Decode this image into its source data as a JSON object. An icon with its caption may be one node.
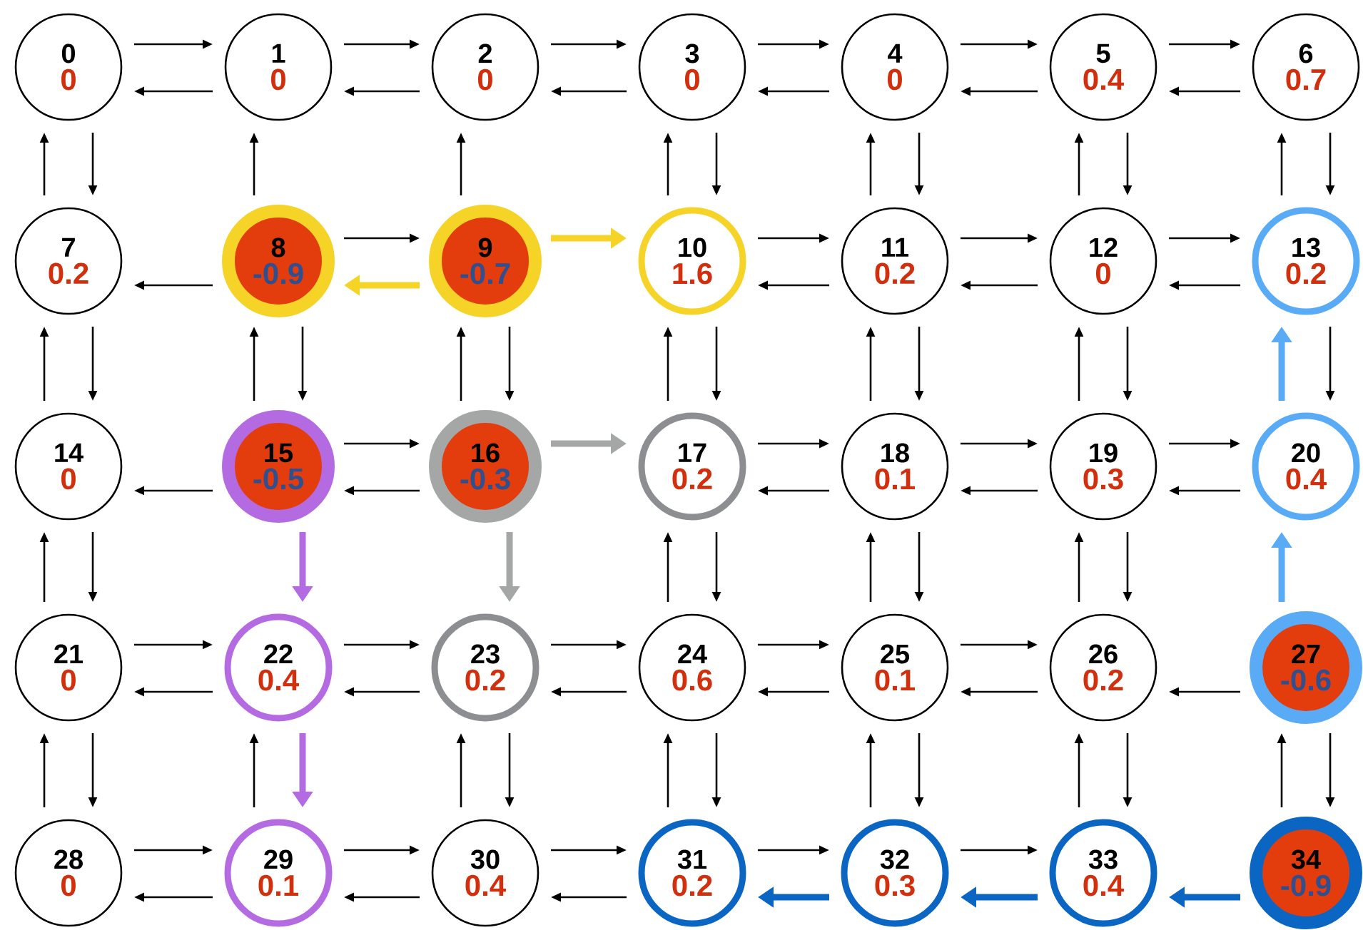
{
  "diagram": {
    "nodes": [
      {
        "text": [
          "0",
          "0"
        ]
      },
      {
        "text": [
          "1",
          "0"
        ]
      },
      {
        "text": [
          "2",
          "0"
        ]
      },
      {
        "text": [
          "3",
          "0"
        ]
      },
      {
        "text": [
          "4",
          "0"
        ]
      },
      {
        "text": [
          "5",
          "0.4"
        ]
      },
      {
        "text": [
          "6",
          "0.7"
        ]
      },
      {
        "text": [
          "7",
          "0.2"
        ]
      },
      {
        "text": [
          "8",
          "-0.9"
        ]
      },
      {
        "text": [
          "9",
          "-0.7"
        ]
      },
      {
        "text": [
          "10",
          "1.6"
        ]
      },
      {
        "text": [
          "11",
          "0.2"
        ]
      },
      {
        "text": [
          "12",
          "0"
        ]
      },
      {
        "text": [
          "13",
          "0.2"
        ]
      },
      {
        "text": [
          "14",
          "0"
        ]
      },
      {
        "text": [
          "15",
          "-0.5"
        ]
      },
      {
        "text": [
          "16",
          "-0.3"
        ]
      },
      {
        "text": [
          "17",
          "0.2"
        ]
      },
      {
        "text": [
          "18",
          "0.1"
        ]
      },
      {
        "text": [
          "19",
          "0.3"
        ]
      },
      {
        "text": [
          "20",
          "0.4"
        ]
      },
      {
        "text": [
          "21",
          "0"
        ]
      },
      {
        "text": [
          "22",
          "0.4"
        ]
      },
      {
        "text": [
          "23",
          "0.2"
        ]
      },
      {
        "text": [
          "24",
          "0.6"
        ]
      },
      {
        "text": [
          "25",
          "0.1"
        ]
      },
      {
        "text": [
          "26",
          "0.2"
        ]
      },
      {
        "text": [
          "27",
          "-0.6"
        ]
      },
      {
        "text": [
          "28",
          "0"
        ]
      },
      {
        "text": [
          "29",
          "0.1"
        ]
      },
      {
        "text": [
          "30",
          "0.4"
        ]
      },
      {
        "text": [
          "31",
          "0.2"
        ]
      },
      {
        "text": [
          "32",
          "0.3"
        ]
      },
      {
        "text": [
          "33",
          "0.4"
        ]
      },
      {
        "text": [
          "34",
          "-0.9"
        ]
      }
    ],
    "edges": [
      {
        "from": 0,
        "to": 1,
        "arrow": "to"
      },
      {
        "from": 1,
        "to": 0,
        "arrow": "to"
      },
      {
        "from": 1,
        "to": 2,
        "arrow": "to"
      },
      {
        "from": 2,
        "to": 1,
        "arrow": "to"
      },
      {
        "from": 2,
        "to": 3,
        "arrow": "to"
      },
      {
        "from": 3,
        "to": 2,
        "arrow": "to"
      },
      {
        "from": 3,
        "to": 4,
        "arrow": "to"
      },
      {
        "from": 4,
        "to": 3,
        "arrow": "to"
      },
      {
        "from": 4,
        "to": 5,
        "arrow": "to"
      },
      {
        "from": 5,
        "to": 4,
        "arrow": "to"
      },
      {
        "from": 5,
        "to": 6,
        "arrow": "to"
      },
      {
        "from": 6,
        "to": 5,
        "arrow": "to"
      },
      {
        "from": 8,
        "to": 7,
        "arrow": "to"
      },
      {
        "from": 8,
        "to": 9,
        "arrow": "to"
      },
      {
        "from": 9,
        "to": 8,
        "arrow": "to",
        "style": "thick",
        "color": "#f5d327"
      },
      {
        "from": 9,
        "to": 10,
        "arrow": "to",
        "style": "thick",
        "color": "#f5d327"
      },
      {
        "from": 10,
        "to": 11,
        "arrow": "to"
      },
      {
        "from": 11,
        "to": 10,
        "arrow": "to"
      },
      {
        "from": 11,
        "to": 12,
        "arrow": "to"
      },
      {
        "from": 12,
        "to": 11,
        "arrow": "to"
      },
      {
        "from": 12,
        "to": 13,
        "arrow": "to"
      },
      {
        "from": 13,
        "to": 12,
        "arrow": "to"
      },
      {
        "from": 15,
        "to": 14,
        "arrow": "to"
      },
      {
        "from": 15,
        "to": 16,
        "arrow": "to"
      },
      {
        "from": 16,
        "to": 15,
        "arrow": "to"
      },
      {
        "from": 16,
        "to": 17,
        "arrow": "to",
        "style": "thick",
        "color": "#a5a7a7"
      },
      {
        "from": 17,
        "to": 18,
        "arrow": "to"
      },
      {
        "from": 18,
        "to": 17,
        "arrow": "to"
      },
      {
        "from": 18,
        "to": 19,
        "arrow": "to"
      },
      {
        "from": 19,
        "to": 18,
        "arrow": "to"
      },
      {
        "from": 19,
        "to": 20,
        "arrow": "to"
      },
      {
        "from": 20,
        "to": 19,
        "arrow": "to"
      },
      {
        "from": 21,
        "to": 22,
        "arrow": "to"
      },
      {
        "from": 22,
        "to": 21,
        "arrow": "to"
      },
      {
        "from": 22,
        "to": 23,
        "arrow": "to"
      },
      {
        "from": 23,
        "to": 22,
        "arrow": "to"
      },
      {
        "from": 23,
        "to": 24,
        "arrow": "to"
      },
      {
        "from": 24,
        "to": 23,
        "arrow": "to"
      },
      {
        "from": 24,
        "to": 25,
        "arrow": "to"
      },
      {
        "from": 25,
        "to": 24,
        "arrow": "to"
      },
      {
        "from": 25,
        "to": 26,
        "arrow": "to"
      },
      {
        "from": 26,
        "to": 25,
        "arrow": "to"
      },
      {
        "from": 27,
        "to": 26,
        "arrow": "to"
      },
      {
        "from": 28,
        "to": 29,
        "arrow": "to"
      },
      {
        "from": 29,
        "to": 28,
        "arrow": "to"
      },
      {
        "from": 29,
        "to": 30,
        "arrow": "to"
      },
      {
        "from": 30,
        "to": 29,
        "arrow": "to"
      },
      {
        "from": 30,
        "to": 31,
        "arrow": "to"
      },
      {
        "from": 31,
        "to": 30,
        "arrow": "to"
      },
      {
        "from": 31,
        "to": 32,
        "arrow": "to"
      },
      {
        "from": 32,
        "to": 31,
        "arrow": "to",
        "style": "thick",
        "color": "#0a66c2"
      },
      {
        "from": 32,
        "to": 33,
        "arrow": "to"
      },
      {
        "from": 33,
        "to": 32,
        "arrow": "to",
        "style": "thick",
        "color": "#0a66c2"
      },
      {
        "from": 34,
        "to": 33,
        "arrow": "to",
        "style": "thick",
        "color": "#0a66c2"
      },
      {
        "from": 7,
        "to": 0,
        "arrow": "to"
      },
      {
        "from": 0,
        "to": 7,
        "arrow": "to"
      },
      {
        "from": 14,
        "to": 7,
        "arrow": "to"
      },
      {
        "from": 7,
        "to": 14,
        "arrow": "to"
      },
      {
        "from": 21,
        "to": 14,
        "arrow": "to"
      },
      {
        "from": 14,
        "to": 21,
        "arrow": "to"
      },
      {
        "from": 28,
        "to": 21,
        "arrow": "to"
      },
      {
        "from": 21,
        "to": 28,
        "arrow": "to"
      },
      {
        "from": 8,
        "to": 1,
        "arrow": "to"
      },
      {
        "from": 15,
        "to": 8,
        "arrow": "to"
      },
      {
        "from": 8,
        "to": 15,
        "arrow": "to"
      },
      {
        "from": 15,
        "to": 22,
        "arrow": "to",
        "style": "thick",
        "color": "#b46be2"
      },
      {
        "from": 29,
        "to": 22,
        "arrow": "to"
      },
      {
        "from": 22,
        "to": 29,
        "arrow": "to",
        "style": "thick",
        "color": "#b46be2"
      },
      {
        "from": 9,
        "to": 2,
        "arrow": "to"
      },
      {
        "from": 16,
        "to": 9,
        "arrow": "to"
      },
      {
        "from": 9,
        "to": 16,
        "arrow": "to"
      },
      {
        "from": 16,
        "to": 23,
        "arrow": "to",
        "style": "thick",
        "color": "#a5a7a7"
      },
      {
        "from": 30,
        "to": 23,
        "arrow": "to"
      },
      {
        "from": 23,
        "to": 30,
        "arrow": "to"
      },
      {
        "from": 10,
        "to": 3,
        "arrow": "to"
      },
      {
        "from": 3,
        "to": 10,
        "arrow": "to"
      },
      {
        "from": 17,
        "to": 10,
        "arrow": "to"
      },
      {
        "from": 10,
        "to": 17,
        "arrow": "to"
      },
      {
        "from": 24,
        "to": 17,
        "arrow": "to"
      },
      {
        "from": 17,
        "to": 24,
        "arrow": "to"
      },
      {
        "from": 31,
        "to": 24,
        "arrow": "to"
      },
      {
        "from": 24,
        "to": 31,
        "arrow": "to"
      },
      {
        "from": 11,
        "to": 4,
        "arrow": "to"
      },
      {
        "from": 4,
        "to": 11,
        "arrow": "to"
      },
      {
        "from": 18,
        "to": 11,
        "arrow": "to"
      },
      {
        "from": 11,
        "to": 18,
        "arrow": "to"
      },
      {
        "from": 25,
        "to": 18,
        "arrow": "to"
      },
      {
        "from": 18,
        "to": 25,
        "arrow": "to"
      },
      {
        "from": 32,
        "to": 25,
        "arrow": "to"
      },
      {
        "from": 25,
        "to": 32,
        "arrow": "to"
      },
      {
        "from": 12,
        "to": 5,
        "arrow": "to"
      },
      {
        "from": 5,
        "to": 12,
        "arrow": "to"
      },
      {
        "from": 19,
        "to": 12,
        "arrow": "to"
      },
      {
        "from": 12,
        "to": 19,
        "arrow": "to"
      },
      {
        "from": 26,
        "to": 19,
        "arrow": "to"
      },
      {
        "from": 19,
        "to": 26,
        "arrow": "to"
      },
      {
        "from": 33,
        "to": 26,
        "arrow": "to"
      },
      {
        "from": 26,
        "to": 33,
        "arrow": "to"
      },
      {
        "from": 13,
        "to": 6,
        "arrow": "to"
      },
      {
        "from": 6,
        "to": 13,
        "arrow": "to"
      },
      {
        "from": 20,
        "to": 13,
        "arrow": "to",
        "style": "thick",
        "color": "#5aabf6"
      },
      {
        "from": 13,
        "to": 20,
        "arrow": "to"
      },
      {
        "from": 27,
        "to": 20,
        "arrow": "to",
        "style": "thick",
        "color": "#5aabf6"
      },
      {
        "from": 34,
        "to": 27,
        "arrow": "to"
      },
      {
        "from": 27,
        "to": 34,
        "arrow": "to"
      }
    ]
  }
}
